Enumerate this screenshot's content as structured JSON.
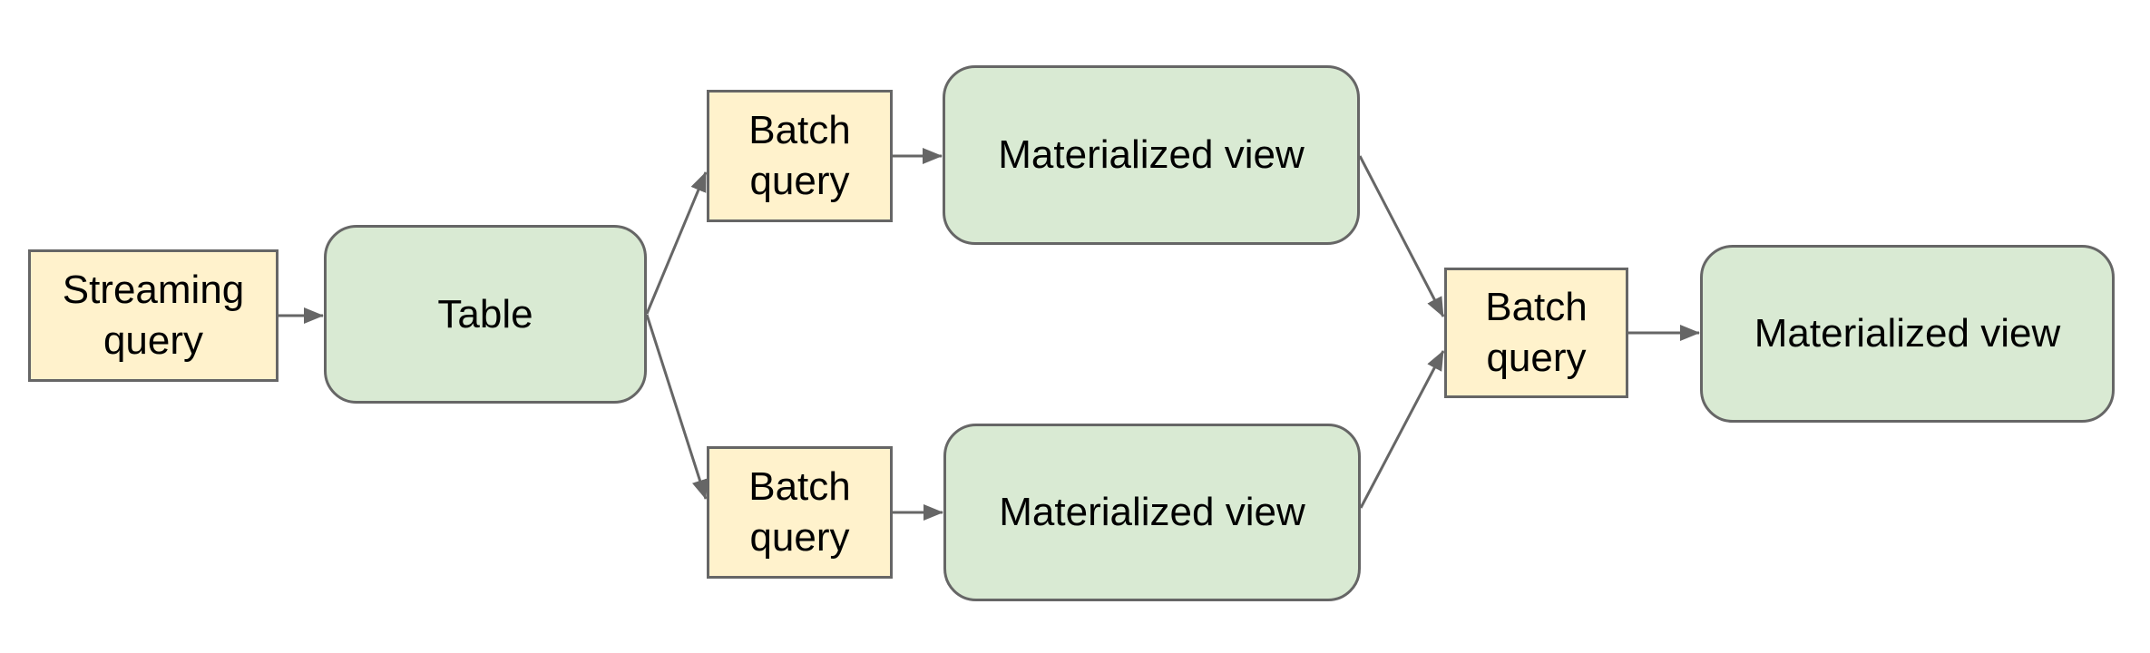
{
  "diagram": {
    "colors": {
      "query_fill": "#fff2cc",
      "datastore_fill": "#d9ead3",
      "border": "#666666",
      "edge": "#666666",
      "text": "#000000",
      "background": "#ffffff"
    },
    "nodes": [
      {
        "id": "streaming-query",
        "label": "Streaming query",
        "shape": "rectangle"
      },
      {
        "id": "table",
        "label": "Table",
        "shape": "rounded"
      },
      {
        "id": "batch-query-top",
        "label": "Batch query",
        "shape": "rectangle"
      },
      {
        "id": "materialized-view-top",
        "label": "Materialized view",
        "shape": "rounded"
      },
      {
        "id": "batch-query-bottom",
        "label": "Batch query",
        "shape": "rectangle"
      },
      {
        "id": "materialized-view-bottom",
        "label": "Materialized view",
        "shape": "rounded"
      },
      {
        "id": "batch-query-right",
        "label": "Batch query",
        "shape": "rectangle"
      },
      {
        "id": "materialized-view-right",
        "label": "Materialized view",
        "shape": "rounded"
      }
    ],
    "edges": [
      {
        "from": "streaming-query",
        "to": "table"
      },
      {
        "from": "table",
        "to": "batch-query-top"
      },
      {
        "from": "table",
        "to": "batch-query-bottom"
      },
      {
        "from": "batch-query-top",
        "to": "materialized-view-top"
      },
      {
        "from": "batch-query-bottom",
        "to": "materialized-view-bottom"
      },
      {
        "from": "materialized-view-top",
        "to": "batch-query-right"
      },
      {
        "from": "materialized-view-bottom",
        "to": "batch-query-right"
      },
      {
        "from": "batch-query-right",
        "to": "materialized-view-right"
      }
    ]
  }
}
